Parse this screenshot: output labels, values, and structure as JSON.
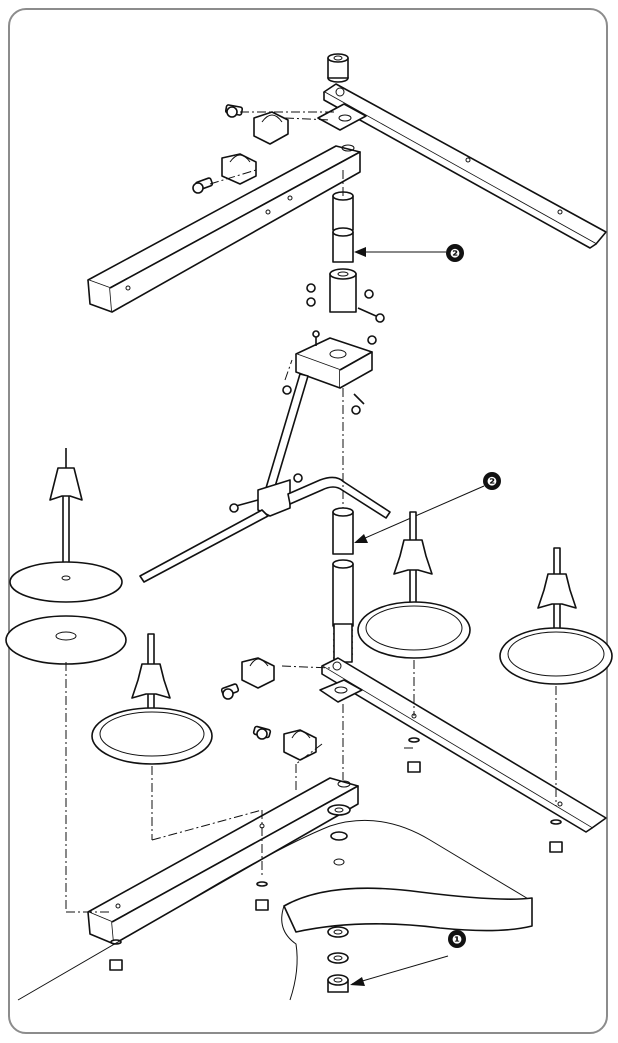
{
  "callouts": [
    {
      "label": "❷"
    },
    {
      "label": "❷"
    },
    {
      "label": "❶"
    }
  ],
  "colors": {
    "line": "#111111",
    "frame": "#8c8c8c",
    "background": "#ffffff"
  }
}
